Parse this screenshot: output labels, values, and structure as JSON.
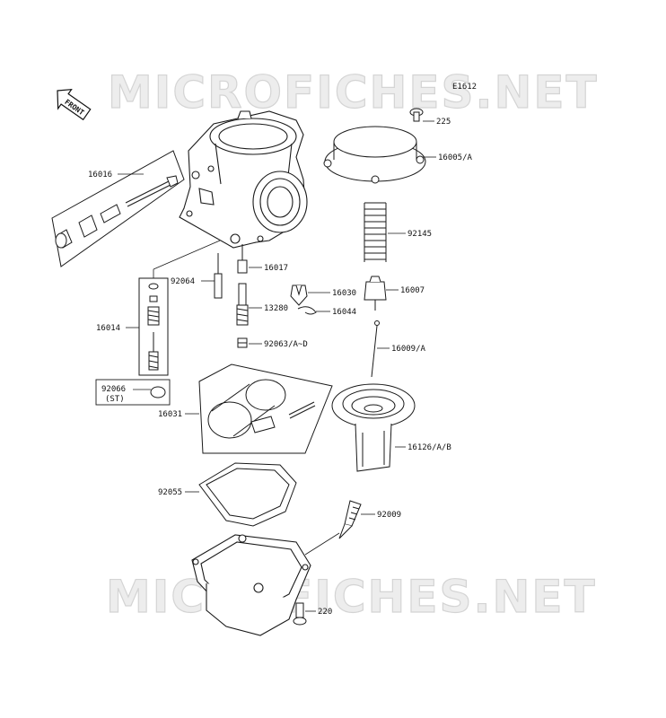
{
  "diagram_code": "E1612",
  "watermark_text": "MICROFICHES.NET",
  "front_marker": "FRONT",
  "labels": {
    "p16016": "16016",
    "p16014": "16014",
    "p92066": "92066",
    "p92066_st": "(ST)",
    "p92064": "92064",
    "p16017": "16017",
    "p13280": "13280",
    "p92063": "92063/A~D",
    "p16030": "16030",
    "p16044": "16044",
    "p225": "225",
    "p16005": "16005/A",
    "p92145": "92145",
    "p16007": "16007",
    "p16009": "16009/A",
    "p16031": "16031",
    "p16126": "16126/A/B",
    "p92055": "92055",
    "p92009": "92009",
    "p220": "220"
  },
  "colors": {
    "line": "#1a1a1a",
    "watermark": "#d4d4d4"
  }
}
